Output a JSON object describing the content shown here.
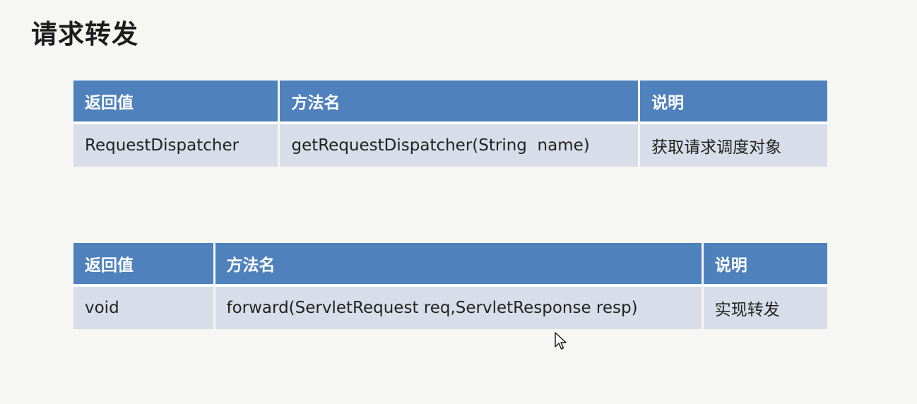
{
  "slide": {
    "title": "请求转发"
  },
  "tables": [
    {
      "headers": [
        "返回值",
        "方法名",
        "说明"
      ],
      "rows": [
        [
          "RequestDispatcher",
          "getRequestDispatcher(String  name)",
          "获取请求调度对象"
        ]
      ]
    },
    {
      "headers": [
        "返回值",
        "方法名",
        "说明"
      ],
      "rows": [
        [
          "void",
          "forward(ServletRequest req,ServletResponse resp)",
          "实现转发"
        ]
      ]
    }
  ],
  "colors": {
    "header_bg": "#4f81bd",
    "cell_bg": "#d8dde9",
    "page_bg": "#f6f7f3"
  },
  "icons": [
    "mouse-pointer-icon"
  ]
}
